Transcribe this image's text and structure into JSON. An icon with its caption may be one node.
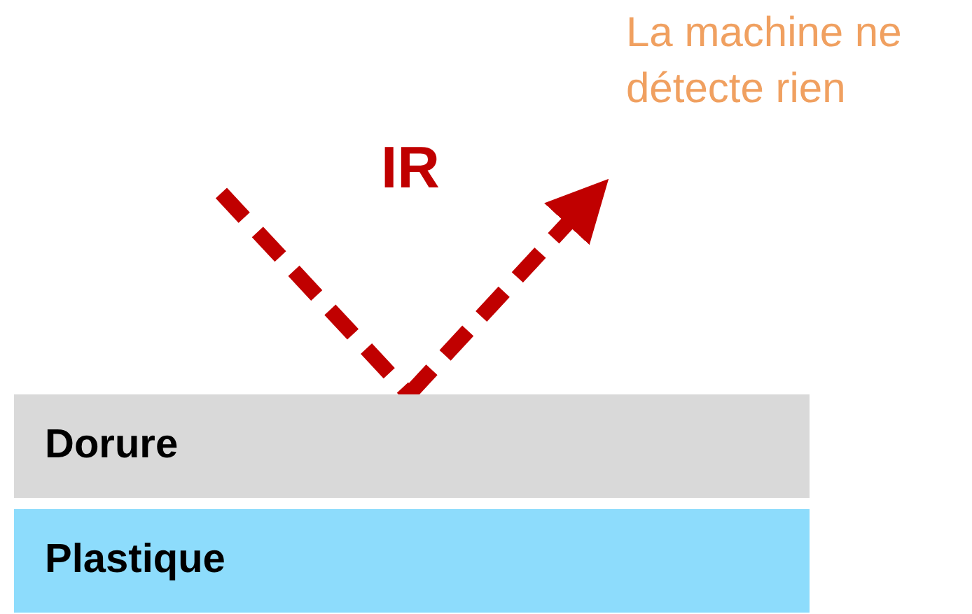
{
  "diagram": {
    "nodes": [
      {
        "text": [
          "Dorure"
        ]
      },
      {
        "text": [
          "Plastique"
        ]
      },
      {
        "text": [
          "La machine ne détecte rien"
        ]
      }
    ],
    "edges": [
      {
        "from": null,
        "to": 0,
        "arrow": "none",
        "style": "dashed"
      },
      {
        "from": 0,
        "to": 2,
        "arrow": "to",
        "style": "dashed"
      }
    ],
    "labels": [
      "IR"
    ]
  }
}
